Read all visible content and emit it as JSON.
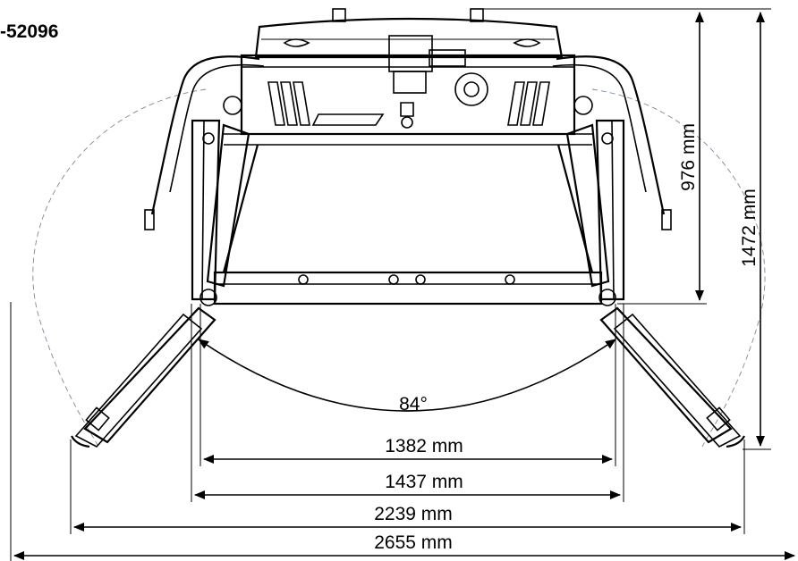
{
  "part_number": "-52096",
  "dimensions": {
    "height_inner": "976 mm",
    "height_outer": "1472 mm",
    "angle": "84°",
    "width_1": "1382 mm",
    "width_2": "1437 mm",
    "width_3": "2239 mm",
    "width_4": "2655 mm"
  }
}
